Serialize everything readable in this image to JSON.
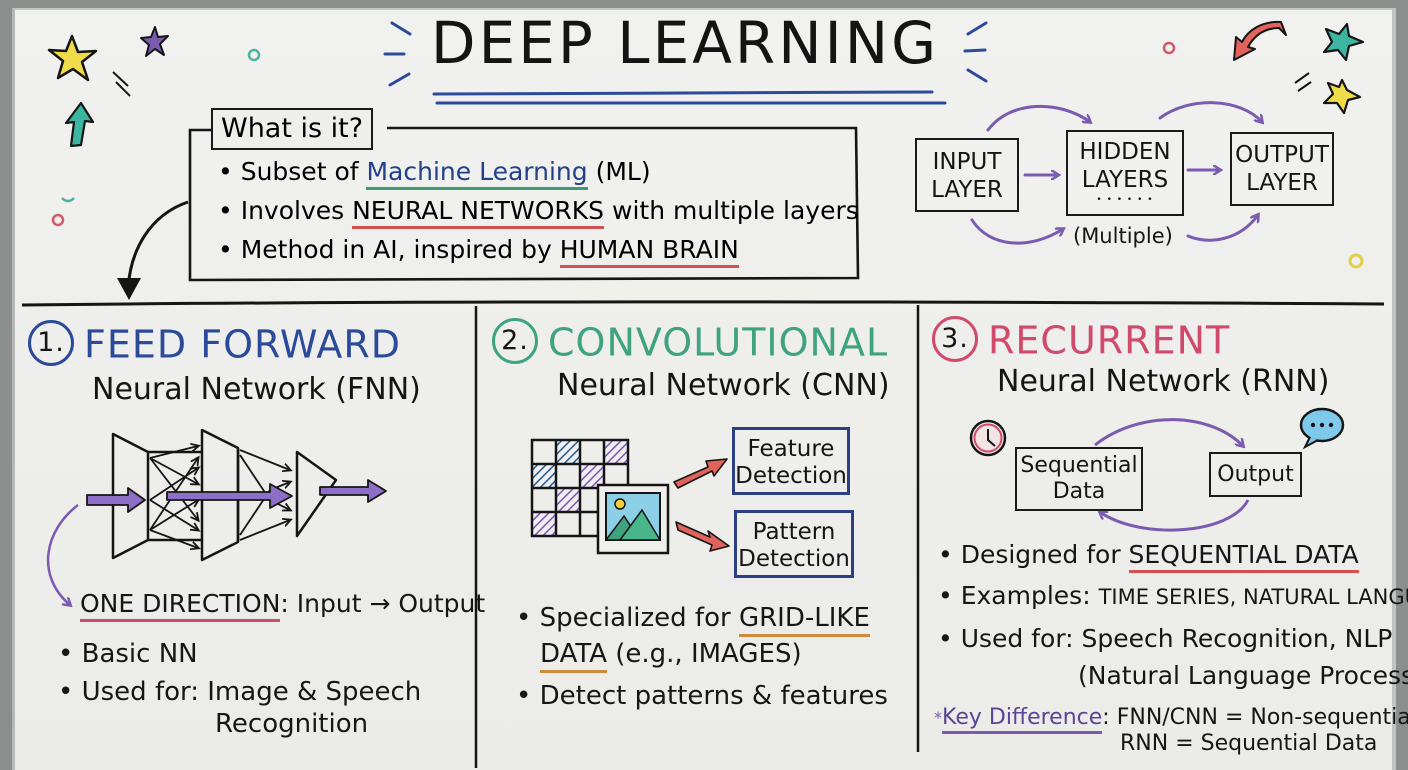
{
  "title": "DEEP LEARNING",
  "colors": {
    "ink": "#161616",
    "blue": "#2c4a9a",
    "green": "#3fa37f",
    "pink": "#cf4a6b",
    "purple": "#7a5bb0",
    "red_arrow": "#e2625c",
    "yellow_star": "#f0dc4a",
    "teal": "#3cb6a0"
  },
  "intro": {
    "heading": "What is it?",
    "bullets": [
      {
        "prefix": "Subset of ",
        "highlight": "Machine Learning",
        "suffix": " (ML)"
      },
      {
        "prefix": "Involves ",
        "highlight": "NEURAL NETWORKS",
        "suffix": " with multiple layers"
      },
      {
        "prefix": "Method in AI, inspired by ",
        "highlight": "HUMAN BRAIN",
        "suffix": ""
      }
    ],
    "bullet_glyph": "•"
  },
  "layers_diagram": {
    "input": [
      "INPUT",
      "LAYER"
    ],
    "hidden": [
      "HIDDEN",
      "LAYERS"
    ],
    "hidden_dots": "• • • • • •",
    "output": [
      "OUTPUT",
      "LAYER"
    ],
    "note": "(Multiple)"
  },
  "sections": [
    {
      "number": "1.",
      "title": "FEED FORWARD",
      "subtitle": "Neural Network (FNN)",
      "direction_label": "ONE DIRECTION",
      "direction_rest": ": Input → Output",
      "bullets": [
        "Basic NN",
        "Used for: Image & Speech",
        "Recognition"
      ]
    },
    {
      "number": "2.",
      "title": "CONVOLUTIONAL",
      "subtitle": "Neural Network (CNN)",
      "boxes": [
        [
          "Feature",
          "Detection"
        ],
        [
          "Pattern",
          "Detection"
        ]
      ],
      "bullets": [
        {
          "prefix": "Specialized for ",
          "highlight": "GRID-LIKE"
        },
        {
          "highlight": "DATA",
          "suffix": " (e.g., IMAGES)"
        },
        {
          "prefix": "Detect patterns & features"
        }
      ]
    },
    {
      "number": "3.",
      "title": "RECURRENT",
      "subtitle": "Neural Network (RNN)",
      "boxes": {
        "input": [
          "Sequential",
          "Data"
        ],
        "output": "Output"
      },
      "bullets": [
        {
          "prefix": "Designed for ",
          "highlight": "SEQUENTIAL DATA"
        },
        {
          "prefix": "Examples: ",
          "small": "TIME SERIES, NATURAL LANGUAGE"
        },
        {
          "prefix": "Used for: Speech Recognition, NLP"
        },
        {
          "prefix": "(Natural Language Processing)"
        }
      ],
      "key_difference": {
        "marker": "*",
        "label": "Key Difference",
        "line1": ": FNN/CNN = Non-sequential",
        "line2": "RNN = Sequential Data"
      }
    }
  ],
  "decorations": {
    "speech_bubble_dots": "•••"
  }
}
